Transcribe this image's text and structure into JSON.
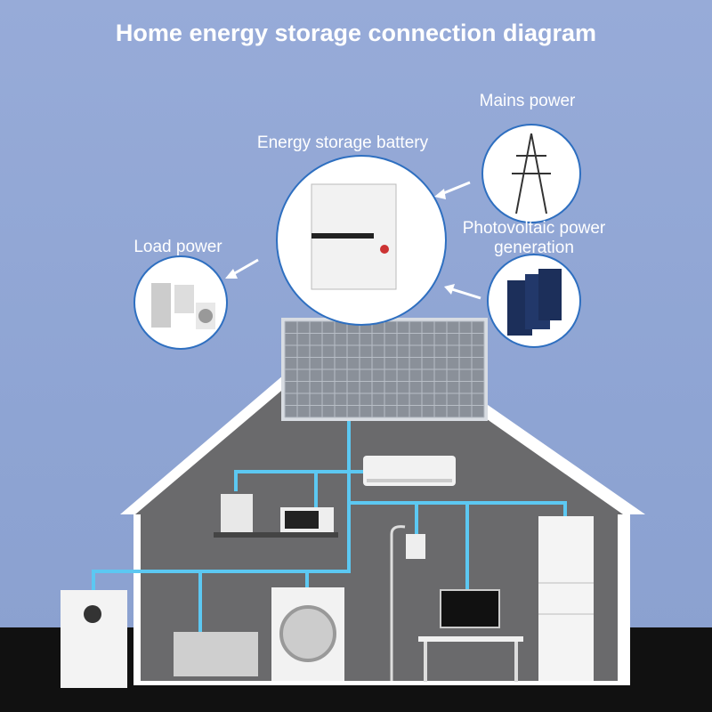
{
  "title": "Home energy storage connection diagram",
  "labels": {
    "battery": "Energy storage battery",
    "mains": "Mains power",
    "pv": "Photovoltaic power generation",
    "load": "Load power"
  },
  "colors": {
    "background": "#8ea4d3",
    "wire": "#5cc8f2",
    "house": "#6a6a6c",
    "ground": "#111111",
    "circle_border": "#2e6fc0"
  }
}
